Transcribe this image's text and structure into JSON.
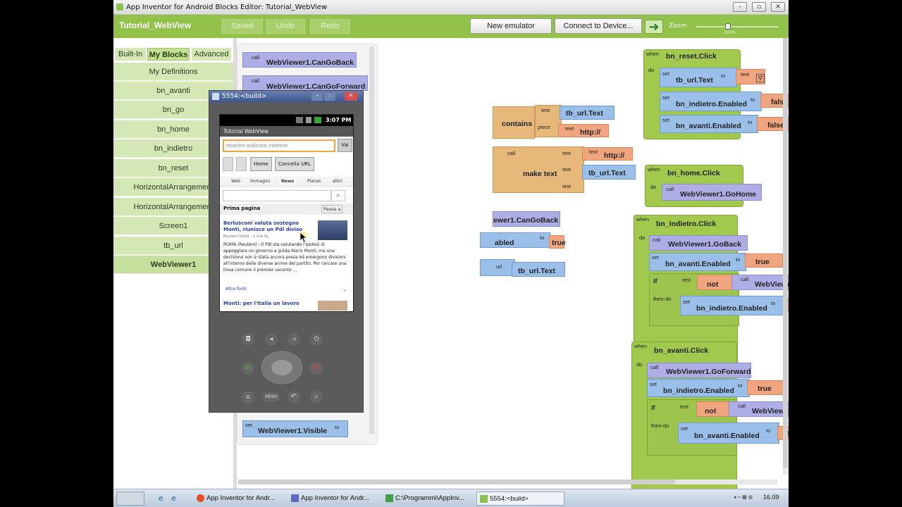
{
  "window": {
    "title": "App Inventor for Android Blocks Editor: Tutorial_WebView"
  },
  "toolbar": {
    "project": "Tutorial_WebView",
    "saved": "Saved",
    "undo": "Undo",
    "redo": "Redo",
    "new_emulator": "New emulator",
    "connect": "Connect to Device...",
    "zoom": "Zoom",
    "zoom_pct": "100%"
  },
  "sidebar": {
    "tabs": [
      "Built-In",
      "My Blocks",
      "Advanced"
    ],
    "items": [
      "My Definitions",
      "bn_avanti",
      "bn_go",
      "bn_home",
      "bn_indietro",
      "bn_reset",
      "HorizontalArrangement",
      "HorizontalArrangement",
      "Screen1",
      "tb_url",
      "WebViewer1"
    ]
  },
  "blocks": {
    "call": "call",
    "set": "set",
    "to": "to",
    "when": "when",
    "do": "do",
    "text": "text",
    "piece": "piece",
    "if": "if",
    "test": "test",
    "then_do": "then-do",
    "can_go_back": "WebViewer1.CanGoBack",
    "can_go_forward": "WebViewer1.CanGoForward",
    "visible": "WebViewer1.Visible",
    "contains": "contains",
    "make_text": "make text",
    "tb_url_text": "tb_url.Text",
    "http": "http://",
    "can_go_back_partial": "ewer1.CanGoBack",
    "abled": "abled",
    "url": "url",
    "true": "true",
    "false": "false",
    "not": "not",
    "reset_click": "bn_reset.Click",
    "home_click": "bn_home.Click",
    "go_home": "WebViewer1.GoHome",
    "indietro_click": "bn_indietro.Click",
    "go_back": "WebViewer1.GoBack",
    "avanti_enabled": "bn_avanti.Enabled",
    "indietro_enabled": "bn_indietro.Enabled",
    "avanti_click": "bn_avanti.Click",
    "go_forward": "WebViewer1.GoForward"
  },
  "emulator": {
    "title": "5554:<build>",
    "time": "3:07 PM",
    "app_title": "Tutorial WebView",
    "url_placeholder": "Inserire indirizzo internet",
    "vai": "Vai",
    "home": "Home",
    "cancella": "Cancella URL",
    "tabs": [
      "Web",
      "Immagini",
      "News",
      "Places",
      "altro"
    ],
    "section": "Prima pagina",
    "passa": "Passa a",
    "headline": "Berlusconi valuta sostegno Monti, riunisce un Pdl diviso",
    "source": "Reuters Italia - 1 ora fa",
    "body": "ROMA (Reuters) - Il Pdl sta valutando l'ipotesi di appoggiare un governo a guida Mario Monti, ma una decisione non è stata ancora presa ed emergono divisioni all'interno delle diverse anime del partito. Per cercare una linea comune il premier uscente ...",
    "altre": "Altre fonti",
    "headline2": "Monti: per l'Italia un lavoro",
    "menu": "MENU"
  },
  "taskbar": {
    "items": [
      "App Inventor for Andr...",
      "App Inventor for Andr...",
      "C:\\Programmi\\AppInv...",
      "5554:<build>"
    ],
    "clock": "16.09"
  }
}
